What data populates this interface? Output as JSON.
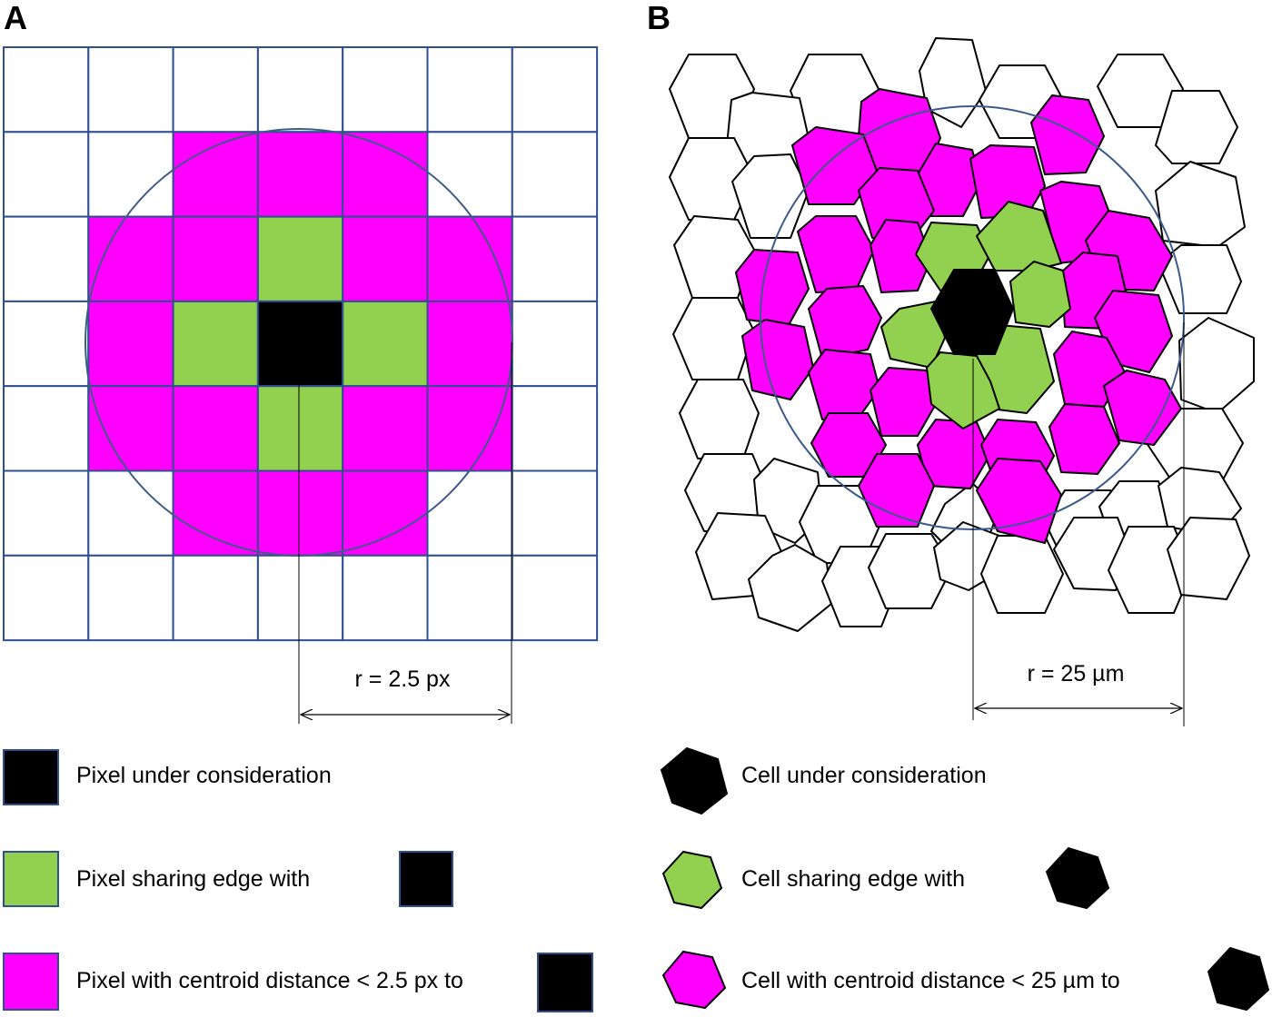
{
  "panels": {
    "a": {
      "label": "A",
      "radius_label": "r = 2.5 px"
    },
    "b": {
      "label": "B",
      "radius_label": "r = 25 µm"
    }
  },
  "grid": {
    "rows": 7,
    "cols": 7,
    "center": [
      3,
      3
    ],
    "edge_neighbors": [
      [
        2,
        3
      ],
      [
        3,
        2
      ],
      [
        3,
        4
      ],
      [
        4,
        3
      ]
    ],
    "radius_px": 2.5
  },
  "legend_a": [
    {
      "kind": "center",
      "text": "Pixel under consideration"
    },
    {
      "kind": "edge",
      "text": "Pixel sharing edge with"
    },
    {
      "kind": "radius",
      "text": "Pixel with centroid distance < 2.5 px to"
    }
  ],
  "legend_b": [
    {
      "kind": "center",
      "text": "Cell under consideration"
    },
    {
      "kind": "edge",
      "text": "Cell sharing edge with"
    },
    {
      "kind": "radius",
      "text": "Cell with centroid distance < 25 µm to"
    }
  ],
  "colors": {
    "center": "#000000",
    "edge": "#92d050",
    "radius": "#ff00ff",
    "grid_line": "#2f4f8f",
    "circle": "#3c5a8a",
    "outline": "#000000",
    "empty": "#ffffff"
  },
  "icons": {
    "pixel_swatch": "square",
    "cell_swatch": "hexagon"
  }
}
